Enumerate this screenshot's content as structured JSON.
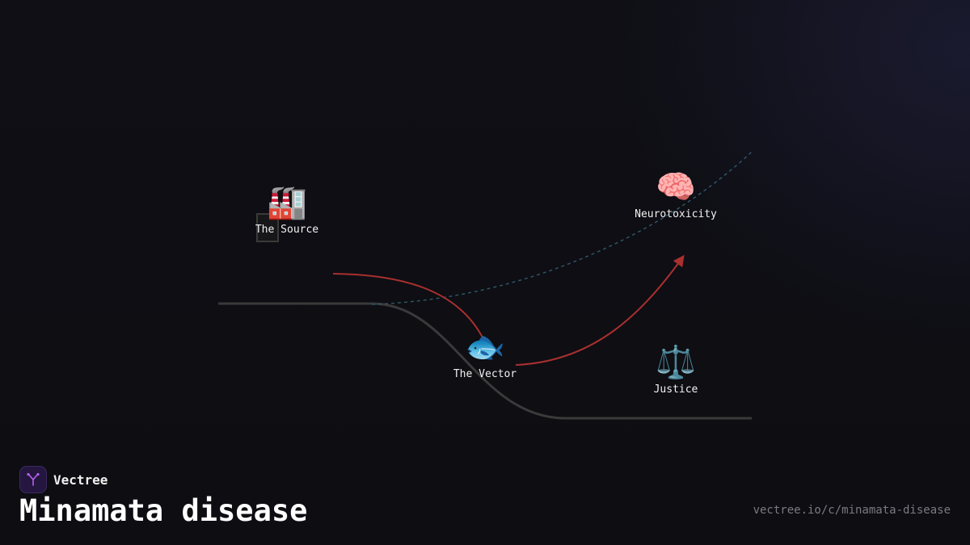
{
  "brand": {
    "name": "Vectree",
    "logo_icon": "branching-tree-icon"
  },
  "title": "Minamata disease",
  "url": "vectree.io/c/minamata-disease",
  "nodes": [
    {
      "id": "source",
      "label": "The Source",
      "icon": "🏭",
      "icon_name": "factory-icon"
    },
    {
      "id": "vector",
      "label": "The Vector",
      "icon": "🐟",
      "icon_name": "fish-icon"
    },
    {
      "id": "neuro",
      "label": "Neurotoxicity",
      "icon": "🧠",
      "icon_name": "brain-icon"
    },
    {
      "id": "justice",
      "label": "Justice",
      "icon": "⚖️",
      "icon_name": "scales-icon"
    }
  ],
  "colors": {
    "background": "#0e0e13",
    "arrow": "#a8302f",
    "timeline": "#3a3a3a",
    "dashed_path": "#2e5566",
    "brand_logo": "#b463f0",
    "label": "#f2f2f2",
    "url": "#7a7a80"
  }
}
